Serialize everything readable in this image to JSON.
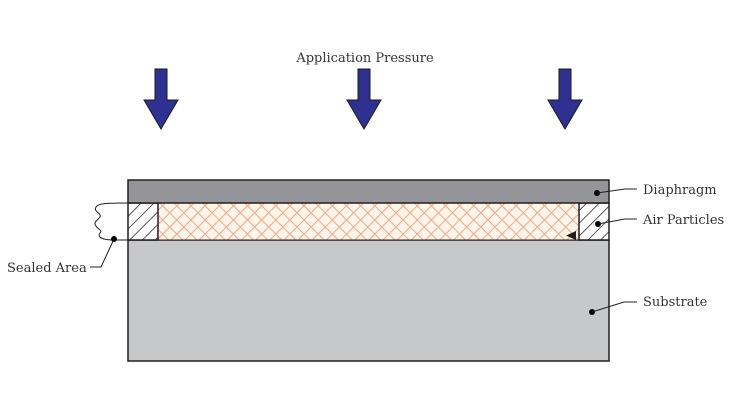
{
  "title": "Application Pressure",
  "labels": {
    "diaphragm": "Diaphragm",
    "air_particles": "Air Particles",
    "substrate": "Substrate",
    "sealed_area": "Sealed Area"
  },
  "arrows": {
    "count": 3,
    "icon": "arrow-down-icon"
  },
  "colors": {
    "arrow_fill": "#2e3192",
    "arrow_stroke": "#1a1a1a",
    "diaphragm": "#939598",
    "substrate": "#c7c8ca",
    "air_gap_bg": "#fff5e8",
    "air_gap_hatch": "#f4a58a",
    "outline": "#231f20",
    "text": "#333333"
  }
}
